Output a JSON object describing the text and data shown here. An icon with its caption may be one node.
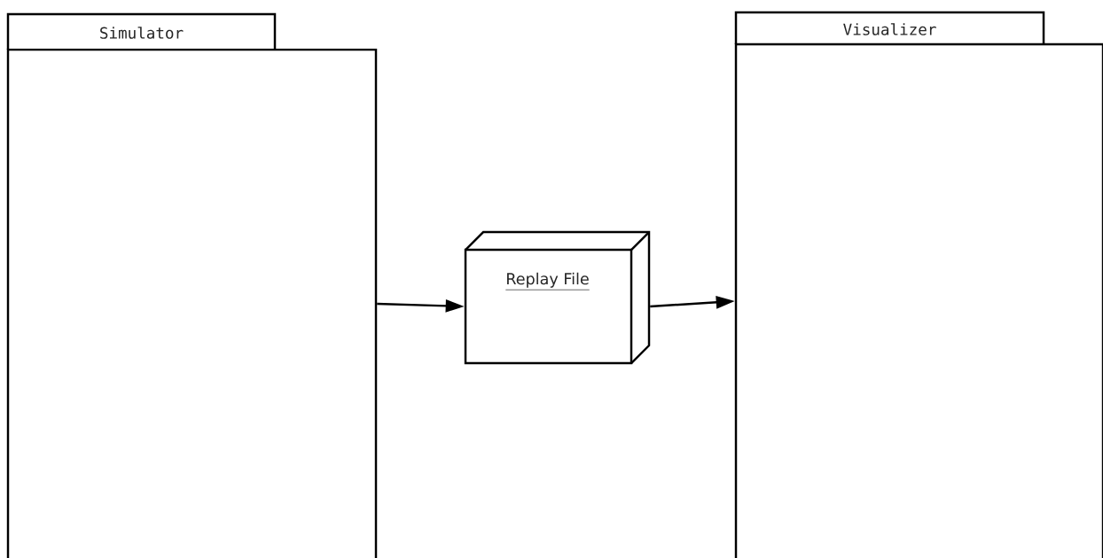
{
  "diagram": {
    "nodes": [
      {
        "text": [
          "Simulator"
        ]
      },
      {
        "text": [
          "Replay File"
        ]
      },
      {
        "text": [
          "Visualizer"
        ]
      }
    ],
    "edges": [
      {
        "from": 0,
        "to": 1,
        "arrow": "to"
      },
      {
        "from": 1,
        "to": 2,
        "arrow": "to"
      }
    ]
  }
}
